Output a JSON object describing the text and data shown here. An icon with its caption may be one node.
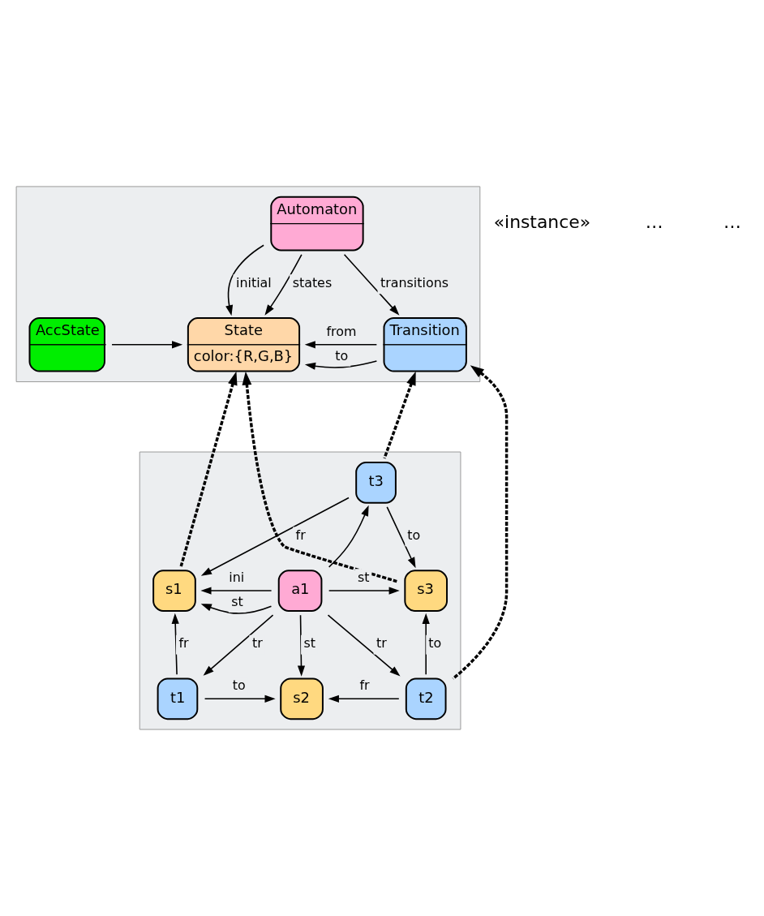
{
  "diagram": {
    "nodes": [
      {
        "text": [],
        "shape": "box"
      },
      {
        "text": [
          "Automaton"
        ],
        "in": 0
      },
      {
        "text": [
          "AccState"
        ],
        "in": 0
      },
      {
        "text": [
          "State",
          "color:{R,G,B}"
        ],
        "in": 0
      },
      {
        "text": [
          "Transition"
        ],
        "in": 0
      },
      {
        "text": [],
        "shape": "box"
      },
      {
        "text": [
          "t3"
        ],
        "in": 5
      },
      {
        "text": [
          "s1"
        ],
        "in": 5
      },
      {
        "text": [
          "a1"
        ],
        "in": 5
      },
      {
        "text": [
          "s3"
        ],
        "in": 5
      },
      {
        "text": [
          "t1"
        ],
        "in": 5
      },
      {
        "text": [
          "s2"
        ],
        "in": 5
      },
      {
        "text": [
          "t2"
        ],
        "in": 5
      }
    ],
    "edges": [
      {
        "from": 1,
        "to": 3,
        "arrow": "to",
        "label": "initial"
      },
      {
        "from": 1,
        "to": 3,
        "arrow": "to",
        "label": "states"
      },
      {
        "from": 1,
        "to": 4,
        "arrow": "to",
        "label": "transitions"
      },
      {
        "from": 2,
        "to": 3,
        "arrow": "to"
      },
      {
        "from": 4,
        "to": 3,
        "arrow": "to",
        "label": "from"
      },
      {
        "from": 4,
        "to": 3,
        "arrow": "to",
        "label": "to"
      },
      {
        "from": 7,
        "to": 3,
        "arrow": "to",
        "style": "dashed"
      },
      {
        "from": 9,
        "to": 3,
        "arrow": "to",
        "style": "dashed"
      },
      {
        "from": 6,
        "to": 4,
        "arrow": "to",
        "style": "dashed"
      },
      {
        "from": 12,
        "to": 4,
        "arrow": "to",
        "style": "dashed"
      },
      {
        "from": 6,
        "to": 7,
        "arrow": "to",
        "label": "fr"
      },
      {
        "from": 6,
        "to": 9,
        "arrow": "to",
        "label": "to"
      },
      {
        "from": 8,
        "to": 7,
        "arrow": "to",
        "label": "ini"
      },
      {
        "from": 8,
        "to": 6,
        "arrow": "to"
      },
      {
        "from": 8,
        "to": 7,
        "arrow": "to",
        "label": "st"
      },
      {
        "from": 8,
        "to": 9,
        "arrow": "to",
        "label": "st"
      },
      {
        "from": 8,
        "to": 10,
        "arrow": "to",
        "label": "tr"
      },
      {
        "from": 8,
        "to": 11,
        "arrow": "to",
        "label": "st"
      },
      {
        "from": 8,
        "to": 12,
        "arrow": "to",
        "label": "tr"
      },
      {
        "from": 10,
        "to": 7,
        "arrow": "to",
        "label": "fr"
      },
      {
        "from": 10,
        "to": 11,
        "arrow": "to",
        "label": "to"
      },
      {
        "from": 12,
        "to": 11,
        "arrow": "to",
        "label": "fr"
      },
      {
        "from": 12,
        "to": 9,
        "arrow": "to",
        "label": "to"
      }
    ],
    "labels": [
      "«instance»",
      "…",
      "…"
    ]
  }
}
